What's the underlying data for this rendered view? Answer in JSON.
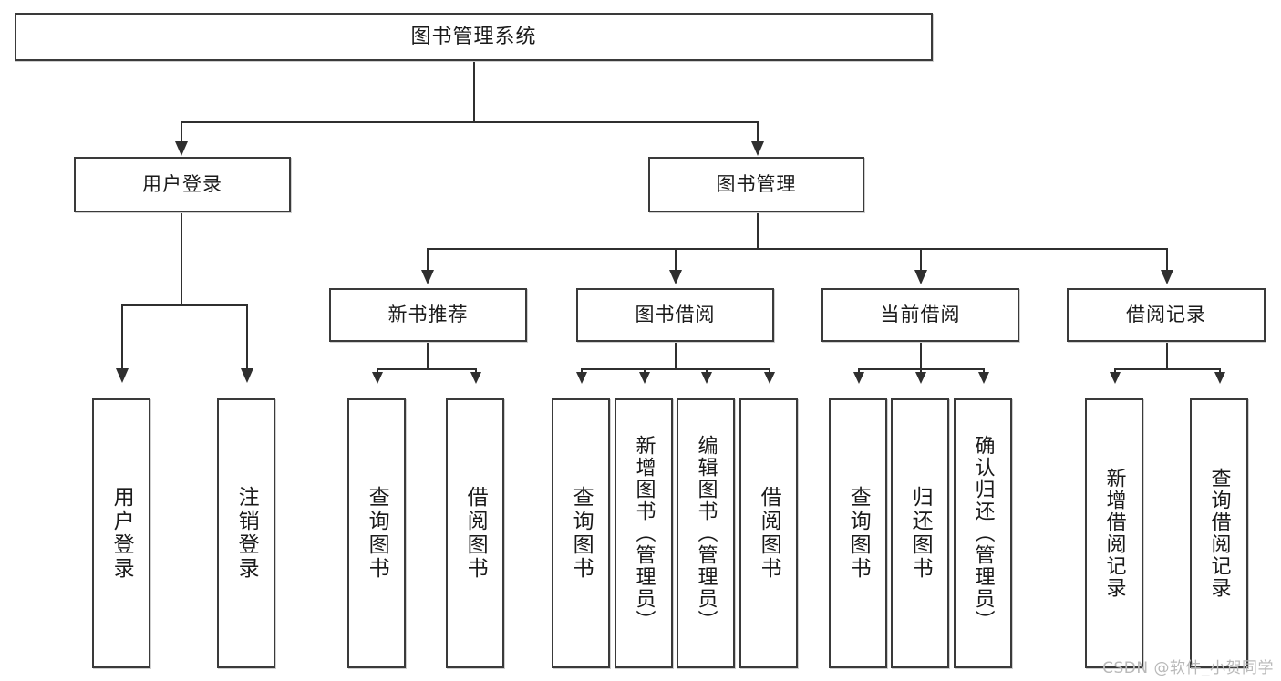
{
  "diagram": {
    "title": "图书管理系统",
    "type": "hierarchy-tree",
    "root": {
      "label": "图书管理系统"
    },
    "level2": [
      {
        "label": "用户登录"
      },
      {
        "label": "图书管理"
      }
    ],
    "level3": [
      {
        "label": "新书推荐"
      },
      {
        "label": "图书借阅"
      },
      {
        "label": "当前借阅"
      },
      {
        "label": "借阅记录"
      }
    ],
    "leaves": {
      "user_login": [
        {
          "label": "用户登录"
        },
        {
          "label": "注销登录"
        }
      ],
      "new_book_recommend": [
        {
          "label": "查询图书"
        },
        {
          "label": "借阅图书"
        }
      ],
      "book_borrow": [
        {
          "label": "查询图书"
        },
        {
          "label": "新增图书（管理员）"
        },
        {
          "label": "编辑图书（管理员）"
        },
        {
          "label": "借阅图书"
        }
      ],
      "current_borrow": [
        {
          "label": "查询图书"
        },
        {
          "label": "归还图书"
        },
        {
          "label": "确认归还（管理员）"
        }
      ],
      "borrow_record": [
        {
          "label": "新增借阅记录"
        },
        {
          "label": "查询借阅记录"
        }
      ]
    }
  },
  "watermark": {
    "text": "CSDN @软件_小贺同学"
  },
  "colors": {
    "box_border": "#3a3a3a",
    "connector": "#2f2f2f",
    "background": "#ffffff",
    "text": "#1a1a1a",
    "watermark": "#b9b9b9"
  }
}
